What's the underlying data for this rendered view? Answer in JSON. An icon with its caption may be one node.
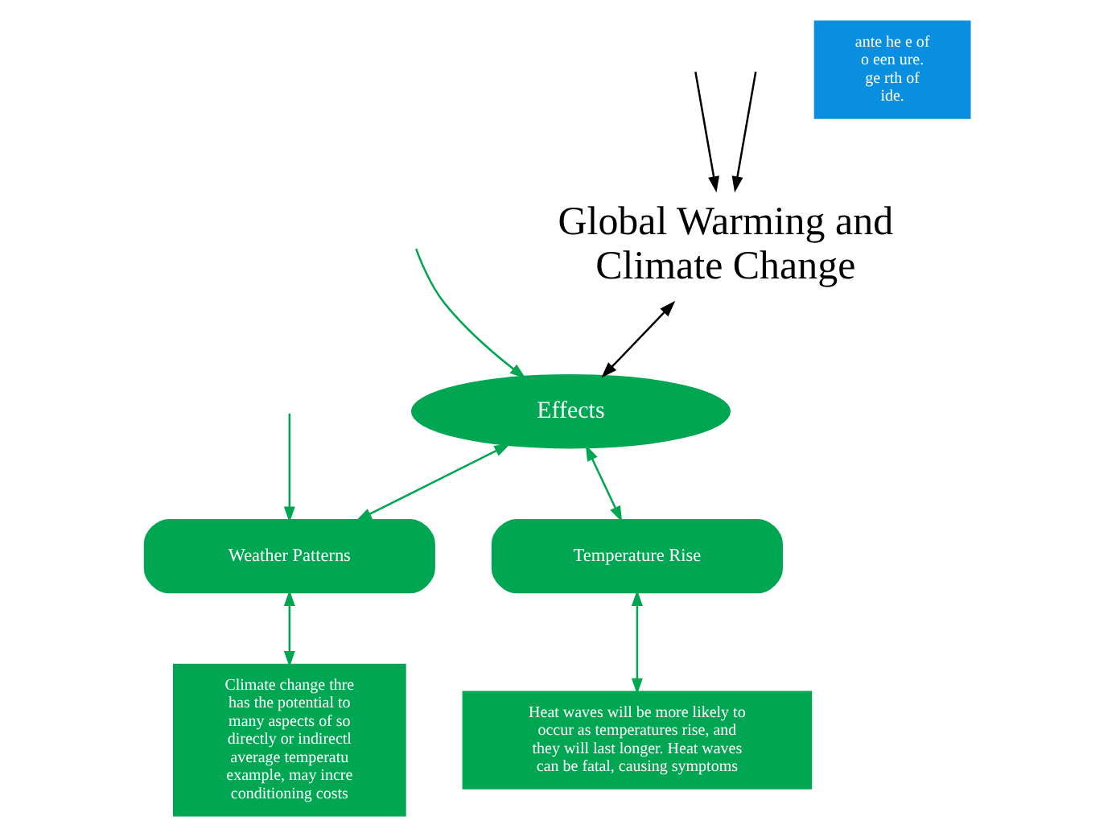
{
  "diagram": {
    "nodes": [
      {
        "text": [
          "Global Warming and Climate Change"
        ]
      },
      {
        "text": [
          "Effects"
        ]
      },
      {
        "text": [
          "Temperature Rise"
        ]
      },
      {
        "text": [
          "Weather Patterns"
        ]
      },
      {
        "text": [
          "ante he e of o een ure. ge rth of ide."
        ]
      },
      {
        "text": [
          "Heat waves will be more likely to occur as temperatures rise, and they will last longer. Heat waves can be fatal, causing symptoms"
        ]
      },
      {
        "text": [
          "Climate change thre has the potential to many aspects of so directly or indirectl average temperatu example, may incre conditioning costs"
        ]
      }
    ],
    "edges": [
      {
        "from": null,
        "to": 0,
        "arrow": "to",
        "color": "#000000"
      },
      {
        "from": null,
        "to": 0,
        "arrow": "to",
        "color": "#000000"
      },
      {
        "from": 0,
        "to": 1,
        "arrow": "both",
        "color": "#000000"
      },
      {
        "from": 1,
        "to": 2,
        "arrow": "both"
      },
      {
        "from": 1,
        "to": 3,
        "arrow": "both"
      },
      {
        "from": null,
        "to": 1,
        "arrow": "to"
      },
      {
        "from": 2,
        "to": 5,
        "arrow": "both"
      },
      {
        "from": null,
        "to": 3,
        "arrow": "to"
      },
      {
        "from": 3,
        "to": 6,
        "arrow": "both"
      }
    ]
  }
}
